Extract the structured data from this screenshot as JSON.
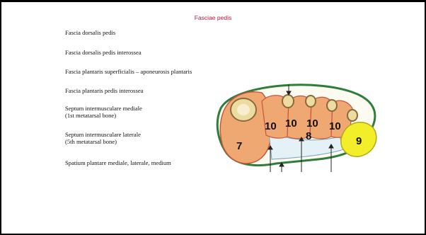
{
  "slide": {
    "title": "Fasciae pedis",
    "items": [
      {
        "line1": "Fascia dorsalis pedis",
        "line2": ""
      },
      {
        "line1": "Fascia dorsalis pedis interossea",
        "line2": ""
      },
      {
        "line1": "Fascia plantaris superficialis – aponeurosis plantaris",
        "line2": ""
      },
      {
        "line1": "Fascia plantaris pedis interossea",
        "line2": ""
      },
      {
        "line1": "Septum intermusculare mediale",
        "line2": "(1st metatarsal bone)"
      },
      {
        "line1": "Septum intermusculare laterale",
        "line2": "(5th metatarsal bone)"
      },
      {
        "line1": "Spatium plantare mediale, laterale, medium",
        "line2": ""
      }
    ]
  },
  "figure": {
    "labels": {
      "n7": "7",
      "n8": "8",
      "n9": "9",
      "n10a": "10",
      "n10b": "10",
      "n10c": "10",
      "n10d": "10"
    },
    "colors": {
      "compartment": "#f0a872",
      "compartment_border": "#c8553a",
      "yellow": "#f2ee2a",
      "fascia_line": "#2e7d3b",
      "central_space": "#e4f1f7",
      "bone": "#ecdca0"
    }
  }
}
